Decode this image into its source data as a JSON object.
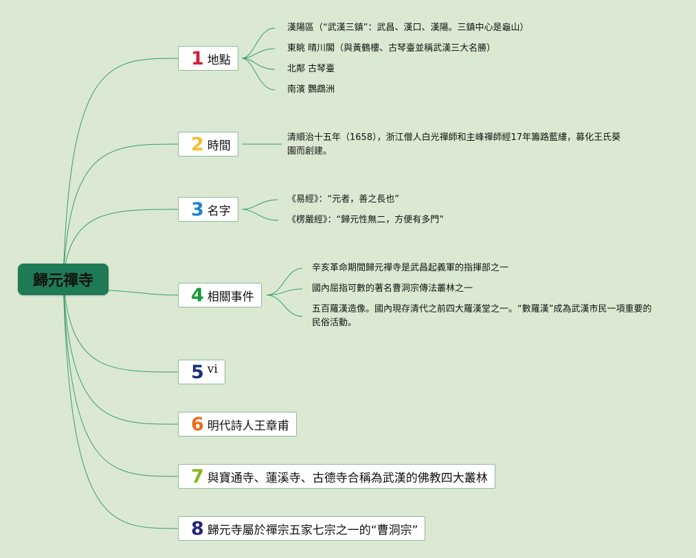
{
  "root": {
    "label": "歸元禪寺"
  },
  "branches": [
    {
      "num": "1",
      "color": "#d11f3c",
      "label": "地點",
      "items": [
        "漢陽區（“武漢三鎮”：武昌、漢口、漢陽。三鎮中心是龜山）",
        "東眺 晴川閣（與黃鶴樓、古琴臺並稱武漢三大名勝）",
        "北鄰 古琴臺",
        "南濱 鸚鵡洲"
      ]
    },
    {
      "num": "2",
      "color": "#f2c12e",
      "label": "時間",
      "items": [
        "清順治十五年（1658），浙江僧人白光禪師和主峰禪師經17年籌路藍縷，募化王氏葵園而創建。"
      ]
    },
    {
      "num": "3",
      "color": "#1d84c8",
      "label": "名字",
      "items": [
        "《易經》：“元者，善之長也”",
        "《楞嚴經》：“歸元性無二，方便有多門”"
      ]
    },
    {
      "num": "4",
      "color": "#179a3e",
      "label": "相關事件",
      "items": [
        "辛亥革命期間歸元禪寺是武昌起義軍的指揮部之一",
        "國內屈指可數的著名曹洞宗傳法叢林之一",
        "五百羅漢造像。國內現存清代之前四大羅漢堂之一。“數羅漢”成為武漢市民一項重要的民俗活動。"
      ]
    },
    {
      "num": "5",
      "color": "#1b2f7c",
      "label": "vi",
      "items": []
    },
    {
      "num": "6",
      "color": "#ee6a1c",
      "label": "明代詩人王章甫",
      "items": []
    },
    {
      "num": "7",
      "color": "#86b71e",
      "label": "與寶通寺、蓮溪寺、古德寺合稱為武漢的佛教四大叢林",
      "items": []
    },
    {
      "num": "8",
      "color": "#26237a",
      "label": "歸元寺屬於禪宗五家七宗之一的“曹洞宗”",
      "items": []
    }
  ],
  "colors": {
    "background": "#dbe9d2",
    "root_fill": "#1f7a56",
    "link": "#3a9a6a"
  }
}
